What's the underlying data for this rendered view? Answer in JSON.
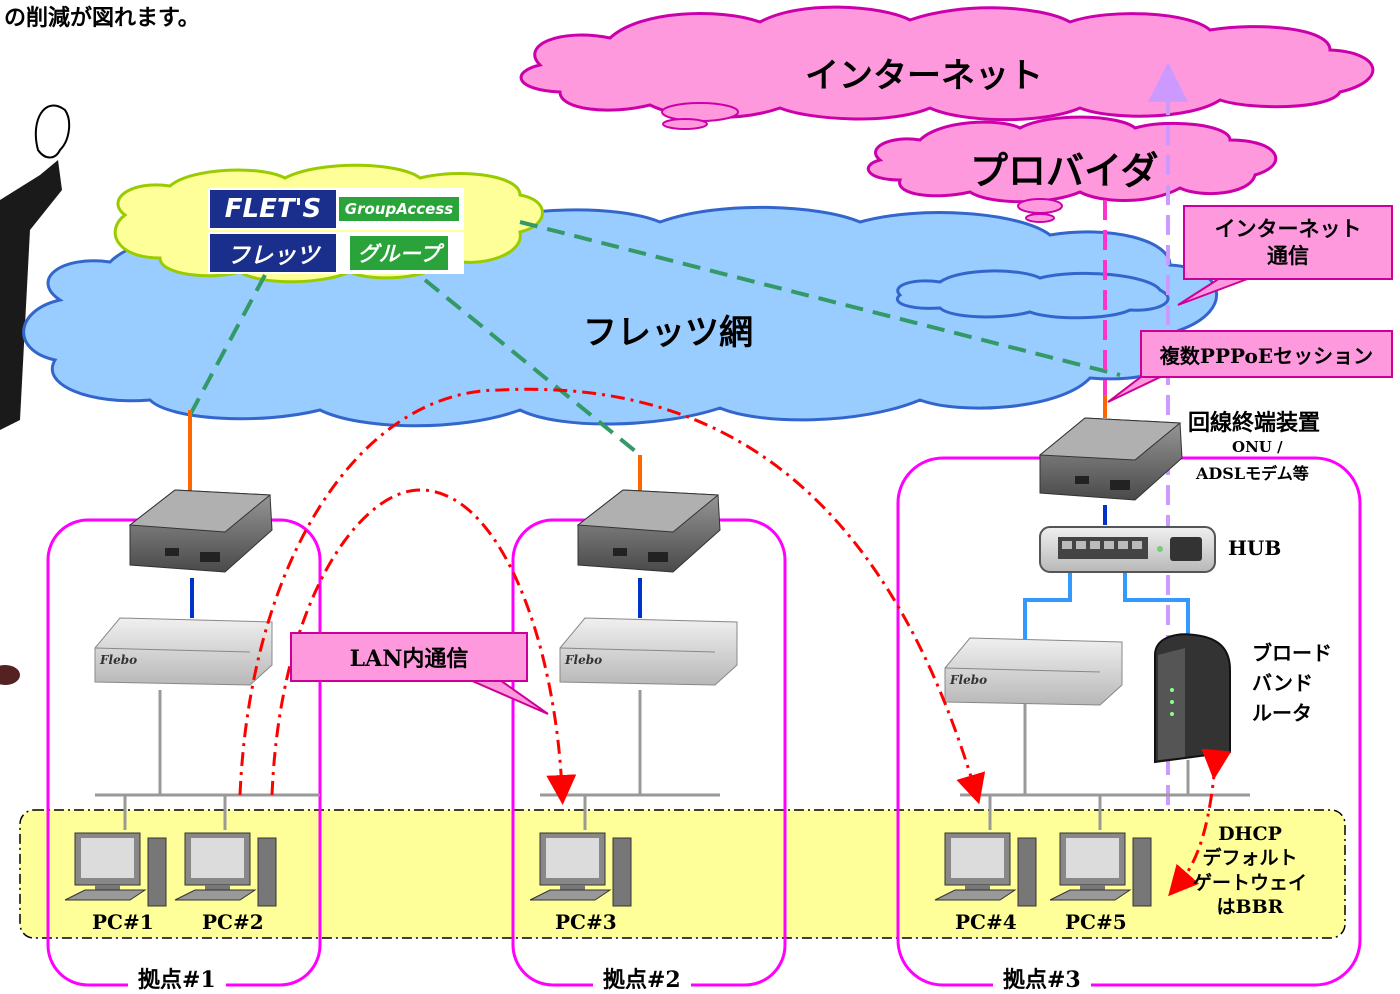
{
  "header": {
    "caption": "の削減が図れます。"
  },
  "clouds": {
    "internet": "インターネット",
    "provider": "プロバイダ",
    "flets": "フレッツ網"
  },
  "logo": {
    "flets_en": "FLET'S",
    "group_access": "GroupAccess",
    "flets_jp": "フレッツ",
    "group_jp": "グループ"
  },
  "callouts": {
    "internet_comm": "インターネット\n通信",
    "pppoe": "複数PPPoEセッション",
    "lan": "LAN内通信"
  },
  "devices": {
    "onu_title": "回線終端装置",
    "onu_sub1": "ONU /",
    "onu_sub2": "ADSLモデム等",
    "hub": "HUB",
    "bbr": "ブロード\nバンド\nルータ",
    "router_brand": "Flebo"
  },
  "dhcp_note": "DHCP\nデフォルト\nゲートウェイ\nはBBR",
  "pcs": [
    "PC#1",
    "PC#2",
    "PC#3",
    "PC#4",
    "PC#5"
  ],
  "sites": [
    "拠点#1",
    "拠点#2",
    "拠点#3"
  ],
  "colors": {
    "cloud_pink": "#ff99dd",
    "cloud_blue": "#99ccff",
    "cloud_yellow": "#ffff99",
    "lan_zone": "#ffff99",
    "site_border": "#ff00ff",
    "vpn_dash": "#339966",
    "arrow_red": "#ff0000"
  }
}
